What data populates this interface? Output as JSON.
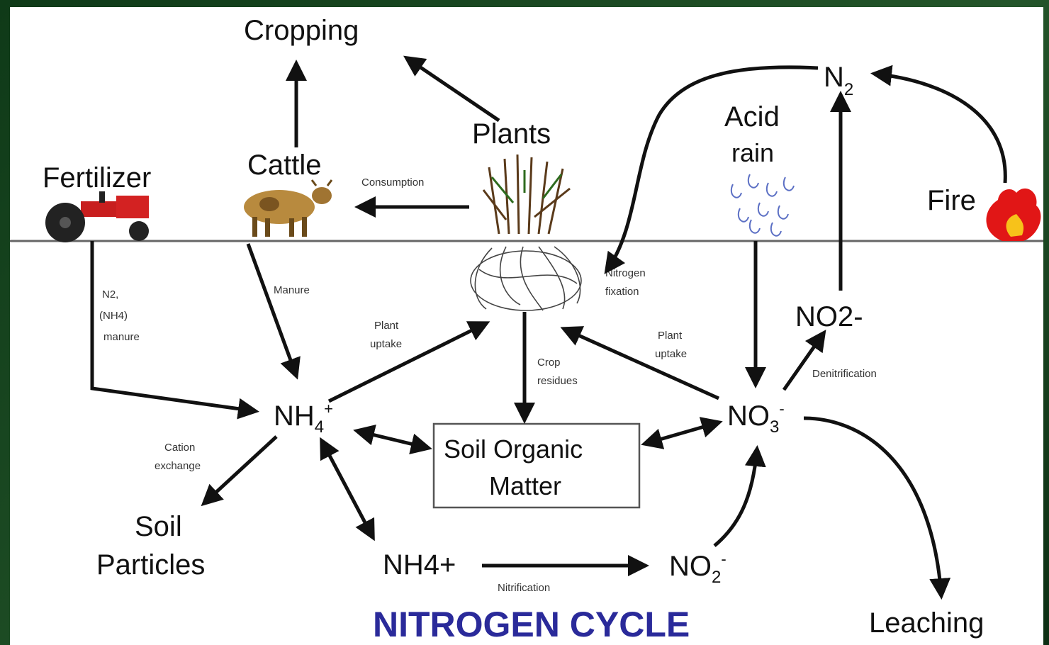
{
  "diagram": {
    "title": "NITROGEN CYCLE",
    "nodes": {
      "cropping": "Cropping",
      "cattle": "Cattle",
      "plants": "Plants",
      "fertilizer": "Fertilizer",
      "acid_rain_line1": "Acid",
      "acid_rain_line2": "rain",
      "fire": "Fire",
      "n2": "N",
      "n2_sub": "2",
      "no2_minus": "NO2-",
      "nh4": "NH",
      "nh4_sub": "4",
      "nh4_sup": "+",
      "no3": "NO",
      "no3_sub": "3",
      "no3_sup": "-",
      "no2_bottom": "NO",
      "no2_bottom_sub": "2",
      "no2_bottom_sup": "-",
      "nh4_plus": "NH4+",
      "soil_organic_line1": "Soil Organic",
      "soil_organic_line2": "Matter",
      "soil_particles_line1": "Soil",
      "soil_particles_line2": "Particles",
      "leaching": "Leaching"
    },
    "edge_labels": {
      "consumption": "Consumption",
      "fertilizer_types_1": "N2,",
      "fertilizer_types_2": "(NH4)",
      "fertilizer_types_3": "manure",
      "manure": "Manure",
      "plant_uptake_1": "Plant",
      "plant_uptake_2": "uptake",
      "crop_residues_1": "Crop",
      "crop_residues_2": "residues",
      "nitrogen_fixation_1": "Nitrogen",
      "nitrogen_fixation_2": "fixation",
      "plant_uptake_right_1": "Plant",
      "plant_uptake_right_2": "uptake",
      "denitrification": "Denitrification",
      "cation_exchange_1": "Cation",
      "cation_exchange_2": "exchange",
      "nitrification": "Nitrification"
    }
  }
}
